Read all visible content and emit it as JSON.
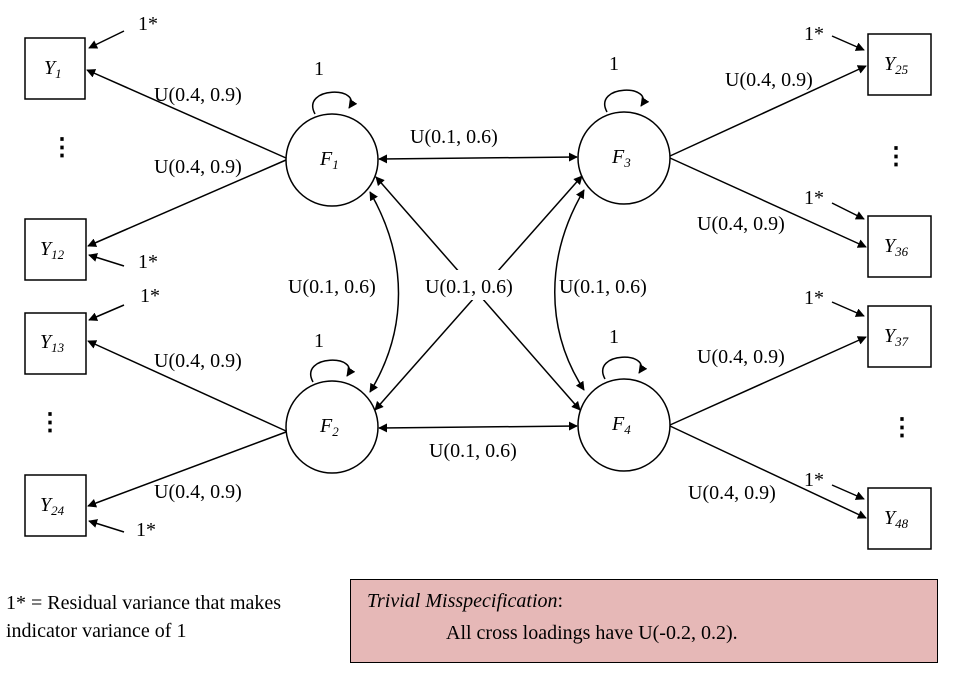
{
  "factors": [
    "F1",
    "F2",
    "F3",
    "F4"
  ],
  "factor_variance_label": "1",
  "indicators": [
    "Y1",
    "Y12",
    "Y13",
    "Y24",
    "Y25",
    "Y36",
    "Y37",
    "Y48"
  ],
  "loading_label": "U(0.4, 0.9)",
  "factor_correlation_label": "U(0.1, 0.6)",
  "residual_label": "1*",
  "ellipsis": "⋮",
  "note": {
    "text_line1": "1* = Residual variance that makes",
    "text_line2": "indicator variance of 1"
  },
  "misspecification": {
    "title": "Trivial Misspecification",
    "title_punct": ":",
    "text": "All cross loadings have U(-0.2, 0.2)."
  },
  "colors": {
    "misspecification_box": "#e6b8b7",
    "stroke": "#000000",
    "background": "#ffffff"
  }
}
